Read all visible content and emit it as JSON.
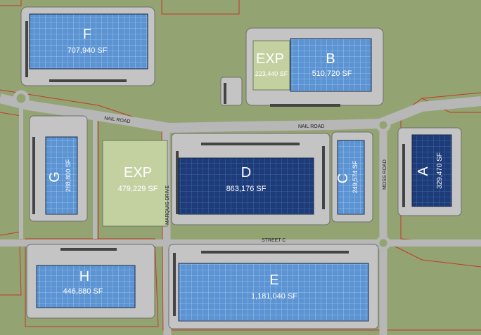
{
  "map": {
    "roads": {
      "nail_road_west": "NAIL ROAD",
      "nail_road_east": "NAIL ROAD",
      "street_c": "STREET C",
      "marquis_drive": "MARQUIS DRIVE",
      "moss_road": "MOSS ROAD"
    },
    "buildings": [
      {
        "id": "F",
        "letter": "F",
        "area": "707,940 SF",
        "status": "proposed"
      },
      {
        "id": "EXP-B",
        "letter": "EXP",
        "area": "223,440 SF",
        "status": "expansion"
      },
      {
        "id": "B",
        "letter": "B",
        "area": "510,720 SF",
        "status": "proposed"
      },
      {
        "id": "G",
        "letter": "G",
        "area": "288,800 SF",
        "status": "proposed"
      },
      {
        "id": "EXP-D",
        "letter": "EXP",
        "area": "479,229 SF",
        "status": "expansion"
      },
      {
        "id": "D",
        "letter": "D",
        "area": "863,176 SF",
        "status": "existing"
      },
      {
        "id": "C",
        "letter": "C",
        "area": "249,574 SF",
        "status": "proposed"
      },
      {
        "id": "A",
        "letter": "A",
        "area": "329,470 SF",
        "status": "existing"
      },
      {
        "id": "H",
        "letter": "H",
        "area": "446,880 SF",
        "status": "proposed"
      },
      {
        "id": "E",
        "letter": "E",
        "area": "1,181,040 SF",
        "status": "proposed"
      }
    ],
    "colors": {
      "land": "#93a472",
      "road": "#b7b7b7",
      "pavement": "#c4c4c4",
      "parcel_line": "#c0392b",
      "building_light": "#5b93d3",
      "building_dark": "#1c3b78",
      "expansion": "#c3d1a1"
    }
  }
}
